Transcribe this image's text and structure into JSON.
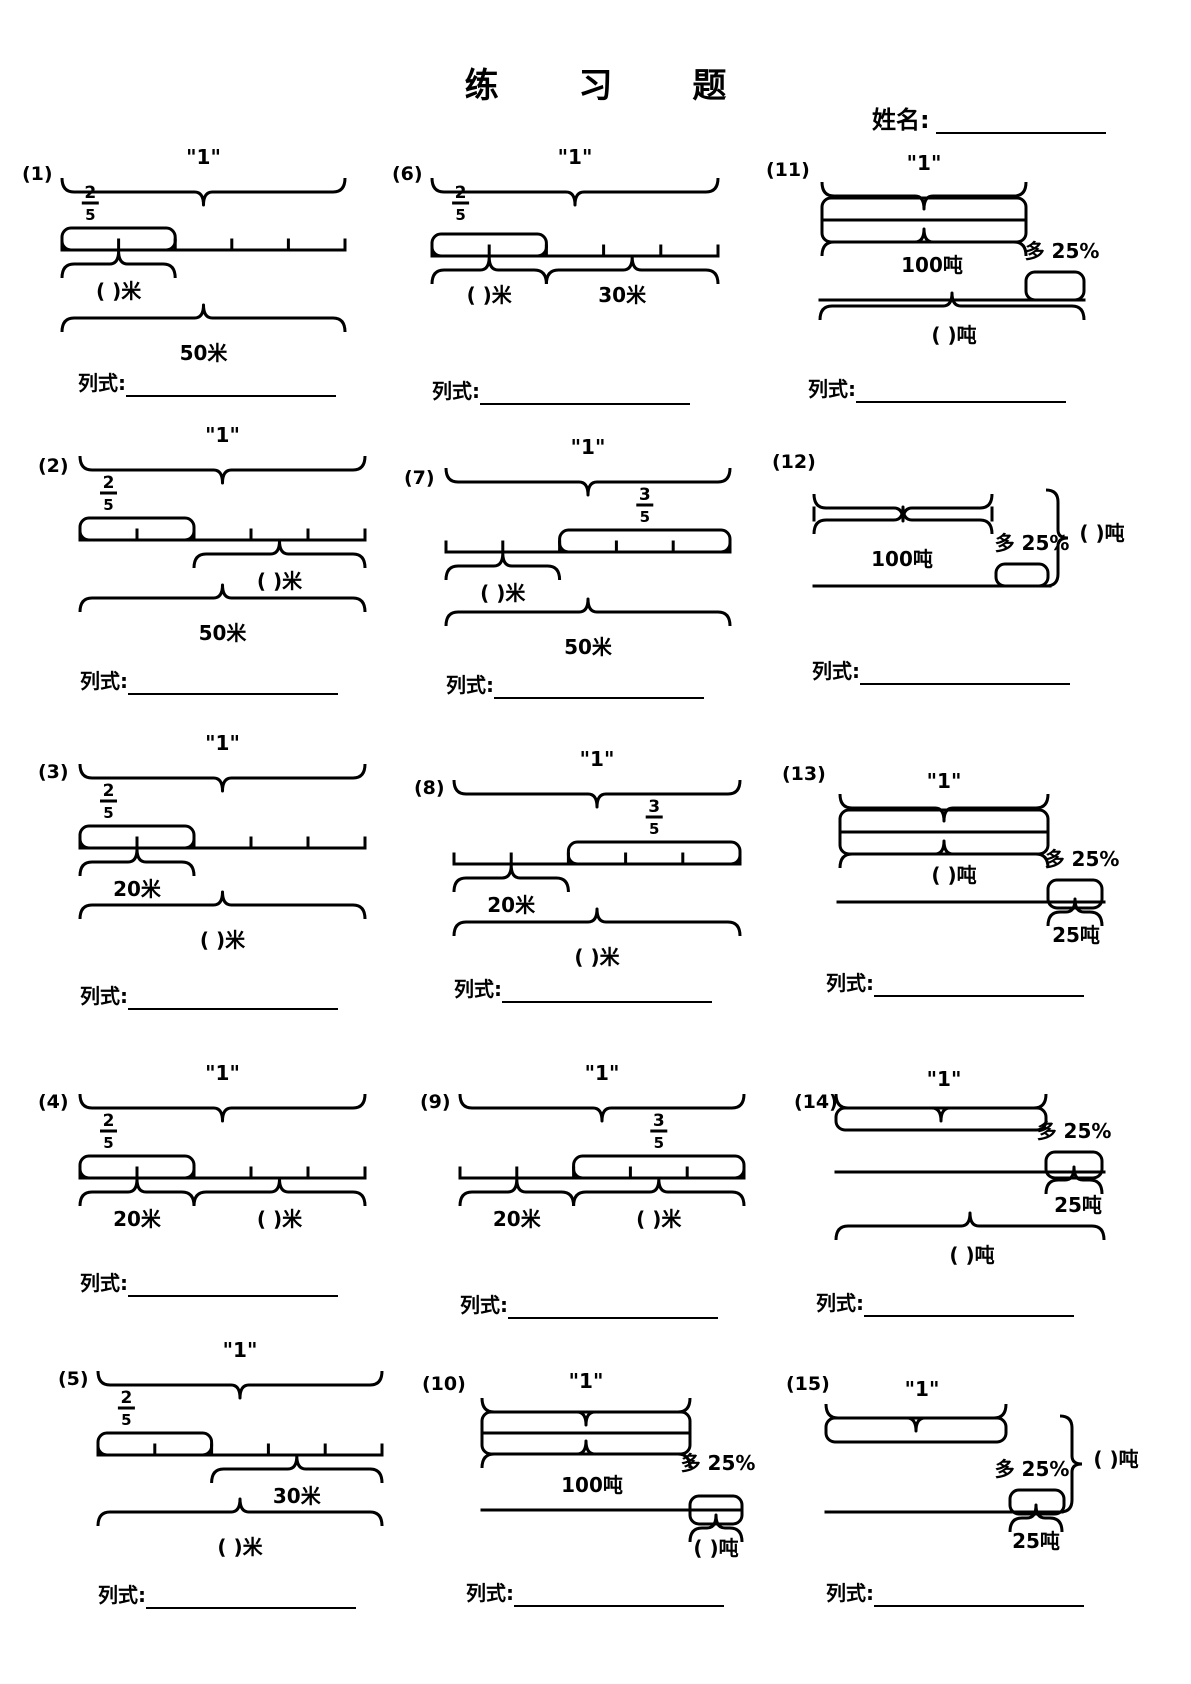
{
  "page": {
    "title": "练 习 题",
    "name_label": "姓名:"
  },
  "common": {
    "unit_label": "\"1\"",
    "formula_label": "列式:",
    "fraction_two_fifths": {
      "numerator": "2",
      "denominator": "5"
    },
    "fraction_three_fifths": {
      "numerator": "3",
      "denominator": "5"
    }
  },
  "problems": [
    {
      "number": "(1)",
      "part_label": "(     )米",
      "total_label": "50米"
    },
    {
      "number": "(2)",
      "rest_label": "(     )米",
      "total_label": "50米"
    },
    {
      "number": "(3)",
      "part_label": "20米",
      "total_label": "(     )米"
    },
    {
      "number": "(4)",
      "part_label": "20米",
      "rest_label": "(     )米"
    },
    {
      "number": "(5)",
      "rest_label": "30米",
      "total_label": "(     )米"
    },
    {
      "number": "(6)",
      "part_label": "(    )米",
      "rest_label": "30米"
    },
    {
      "number": "(7)",
      "part_label": "(    )米",
      "total_label": "50米"
    },
    {
      "number": "(8)",
      "part_label": "20米",
      "total_label": "(     )米"
    },
    {
      "number": "(9)",
      "part_label": "20米",
      "rest_label": "(     )米"
    },
    {
      "number": "(10)",
      "base_label": "100吨",
      "more_label": "多 25%",
      "answer_label": "(    )吨"
    },
    {
      "number": "(11)",
      "base_label": "100吨",
      "more_label": "多 25%",
      "answer_label": "(    )吨"
    },
    {
      "number": "(12)",
      "base_label": "100吨",
      "more_label": "多 25%",
      "answer_label": "(      )吨"
    },
    {
      "number": "(13)",
      "base_label": "(    )吨",
      "more_label": "多 25%",
      "extra_label": "25吨"
    },
    {
      "number": "(14)",
      "more_label": "多 25%",
      "extra_label": "25吨",
      "answer_label": "(    )吨"
    },
    {
      "number": "(15)",
      "more_label": "多 25%",
      "extra_label": "25吨",
      "answer_label": "(      )吨"
    }
  ]
}
